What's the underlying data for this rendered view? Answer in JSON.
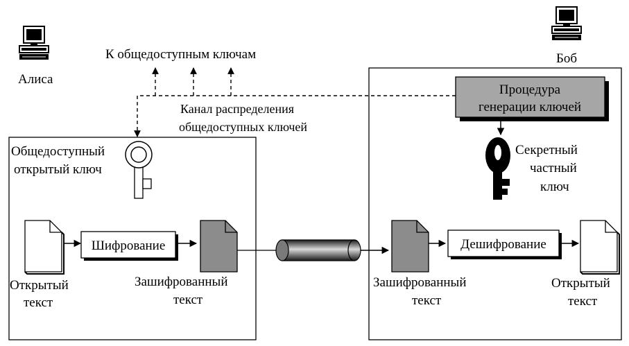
{
  "alice": {
    "name": "Алиса",
    "public_key_label": [
      "Общедоступный",
      "открытый ключ"
    ],
    "encrypt_label": "Шифрование",
    "plaintext_label": [
      "Открытый",
      "текст"
    ],
    "ciphertext_label": [
      "Зашифрованный",
      "текст"
    ]
  },
  "bob": {
    "name": "Боб",
    "keygen_label": [
      "Процедура",
      "генерации ключей"
    ],
    "private_key_label": [
      "Секретный",
      "частный",
      "ключ"
    ],
    "decrypt_label": "Дешифрование",
    "ciphertext_label": [
      "Зашифрованный",
      "текст"
    ],
    "plaintext_label": [
      "Открытый",
      "текст"
    ]
  },
  "public_keys_label": "К общедоступным ключам",
  "distribution_channel_label": [
    "Канал распределения",
    "общедоступных ключей"
  ],
  "colors": {
    "keygen_fill": "#a6a6a6",
    "cipher_doc_fill": "#8c8c8c",
    "line": "#000000",
    "pipe_dark": "#1a1a1a",
    "pipe_light": "#d9d9d9"
  }
}
